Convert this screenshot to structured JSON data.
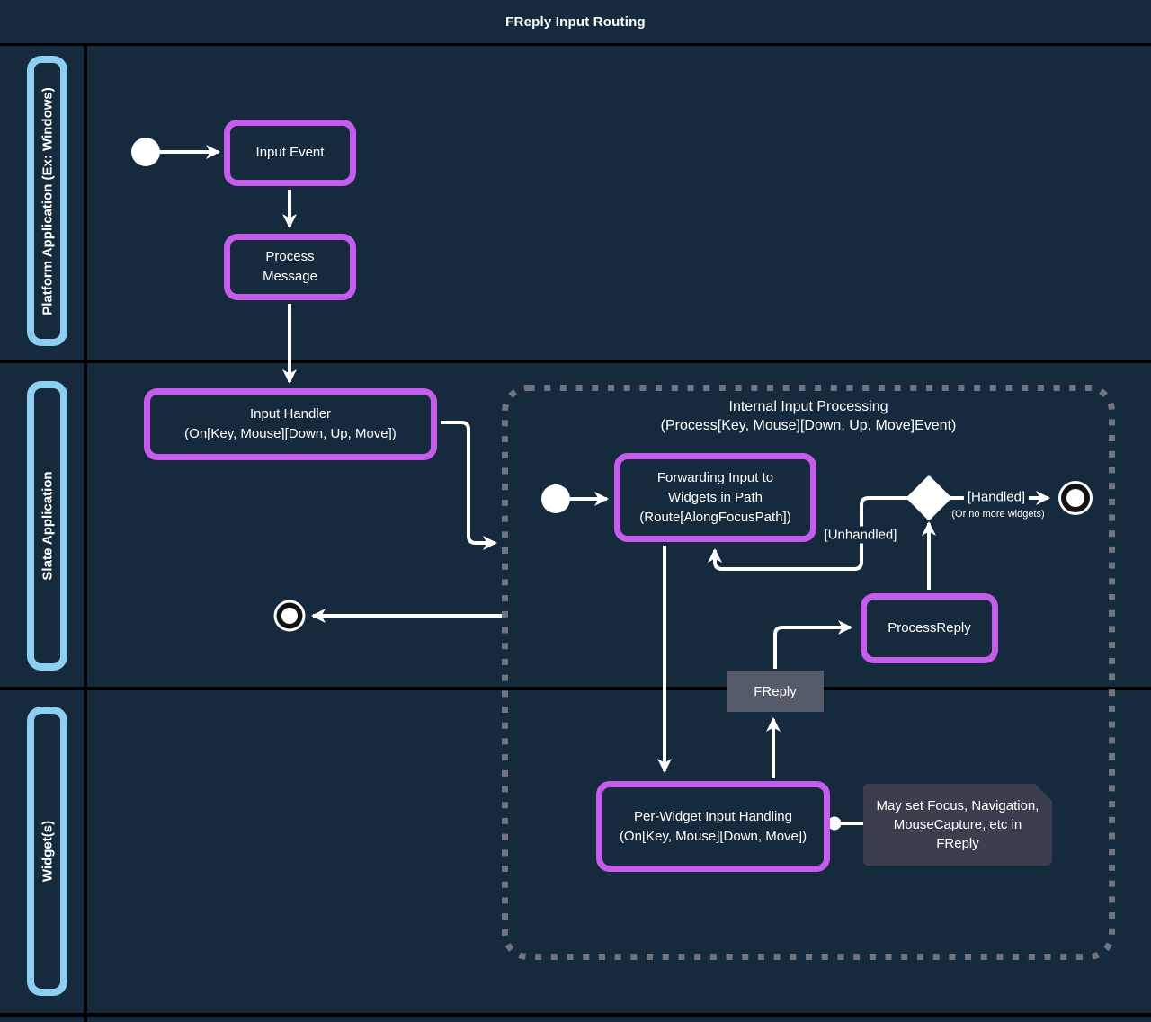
{
  "title": "FReply Input Routing",
  "colors": {
    "background": "#152a3d",
    "accent_purple": "#c55cec",
    "lane_blue": "#8ccff0",
    "flow_white": "#ffffff",
    "dash_gray": "#70747e",
    "freply_gray": "#565b6a",
    "note_gray": "#3a3e4d",
    "divider_black": "#000000"
  },
  "lanes": {
    "platform": "Platform Application (Ex: Windows)",
    "slate": "Slate Application",
    "widgets": "Widget(s)"
  },
  "nodes": {
    "input_event": {
      "label": "Input Event"
    },
    "process_message": {
      "line1": "Process",
      "line2": "Message"
    },
    "input_handler": {
      "line1": "Input Handler",
      "line2": "(On[Key, Mouse][Down, Up, Move])"
    },
    "internal_group": {
      "line1": "Internal Input Processing",
      "line2": "(Process[Key, Mouse][Down, Up, Move]Event)"
    },
    "forwarding": {
      "line1": "Forwarding Input to",
      "line2": "Widgets in Path",
      "line3": "(Route[AlongFocusPath])"
    },
    "process_reply": {
      "label": "ProcessReply"
    },
    "freply": {
      "label": "FReply"
    },
    "per_widget": {
      "line1": "Per-Widget Input Handling",
      "line2": "(On[Key, Mouse][Down, Move])"
    },
    "note": {
      "line1": "May set Focus, Navigation,",
      "line2": "MouseCapture, etc in",
      "line3": "FReply"
    }
  },
  "edge_labels": {
    "handled": "[Handled]",
    "no_more_widgets": "(Or no more widgets)",
    "unhandled": "[Unhandled]"
  }
}
